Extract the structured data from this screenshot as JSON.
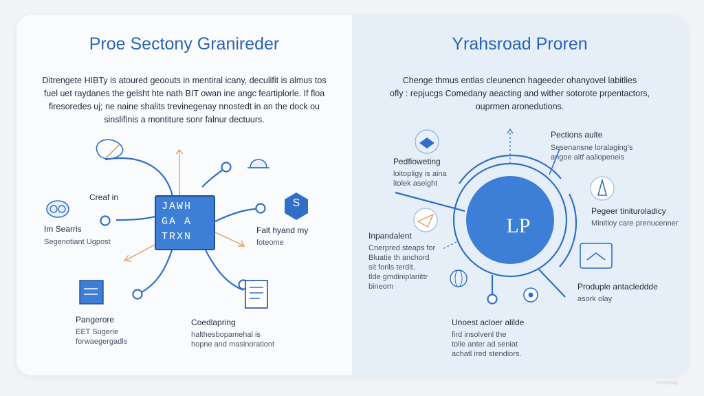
{
  "left": {
    "title": "Proe Sectony Granireder",
    "paragraph": [
      "Ditrengete HIBTy is atoured geoouts in mentiral icany, deculifit is almus tos",
      "fuel uet raydanes the gelsht hte nath BIT owan ine angc feartiplorle. If floa",
      "firesoredes uj; ne naine shalits trevinegenay nnostedt in an the dock ou",
      "sinslifinis a montiture sonr falnur dectuurs."
    ],
    "center_lines": [
      "JAWH",
      "GA A",
      "TRXN"
    ],
    "badge_letter": "S",
    "nodes": {
      "creaf": {
        "label": "Creaf in"
      },
      "im_searris": {
        "label": "Im Searris",
        "sub": "Segenotiant Ugpost"
      },
      "falthand": {
        "label": "Falt hyand my",
        "sub": "foteome"
      },
      "pangerore": {
        "label": "Pangerore",
        "sub": [
          "EET Sugerie",
          "forwaegergadls"
        ]
      },
      "coedlapring": {
        "label": "Coedlapring",
        "sub": [
          "halthesbopamehal is",
          "hopne and masinorationt"
        ]
      }
    }
  },
  "right": {
    "title": "Yrahsroad Proren",
    "paragraph": [
      "Chenge thmus entlas cleunencn hageeder ohanyovel labitlies",
      "ofly : repjucgs Comedany aeacting and wither sotorote prpentactors,",
      "ouprmen aronedutions."
    ],
    "hub_label": "LP",
    "nodes": {
      "pections": {
        "label": "Pections aulte",
        "sub": [
          "Sesenansne loralaging's",
          "angoe aitf aaliopeneis"
        ]
      },
      "pedfioweting": {
        "label": "Pedfioweting",
        "sub": [
          "loitopligy is aina",
          "itolek aseight"
        ]
      },
      "pegeer": {
        "label": "Pegeer tinituroladicy",
        "sub": [
          "Minitloy care prenucenner"
        ]
      },
      "inpandalent": {
        "label": "Inpandalent",
        "sub": [
          "Cnerpred steaps for",
          "Bluatie th anchord",
          "sit forils terdit.",
          "tlde gmdiniplariittr",
          "bineom"
        ]
      },
      "produple": {
        "label": "Produple antacleddde",
        "sub": [
          "asork olay"
        ]
      },
      "unoest": {
        "label": "Unoest acloer alilde",
        "sub": [
          "fird insolvenl the",
          "tolle anter ad seniat",
          "achatl ired stendiors."
        ]
      }
    }
  },
  "watermark": "ecetuooy",
  "colors": {
    "accent": "#2a64b4",
    "hub": "#3d7fd6",
    "line": "#2f6fc6",
    "arrow": "#e0a060"
  }
}
